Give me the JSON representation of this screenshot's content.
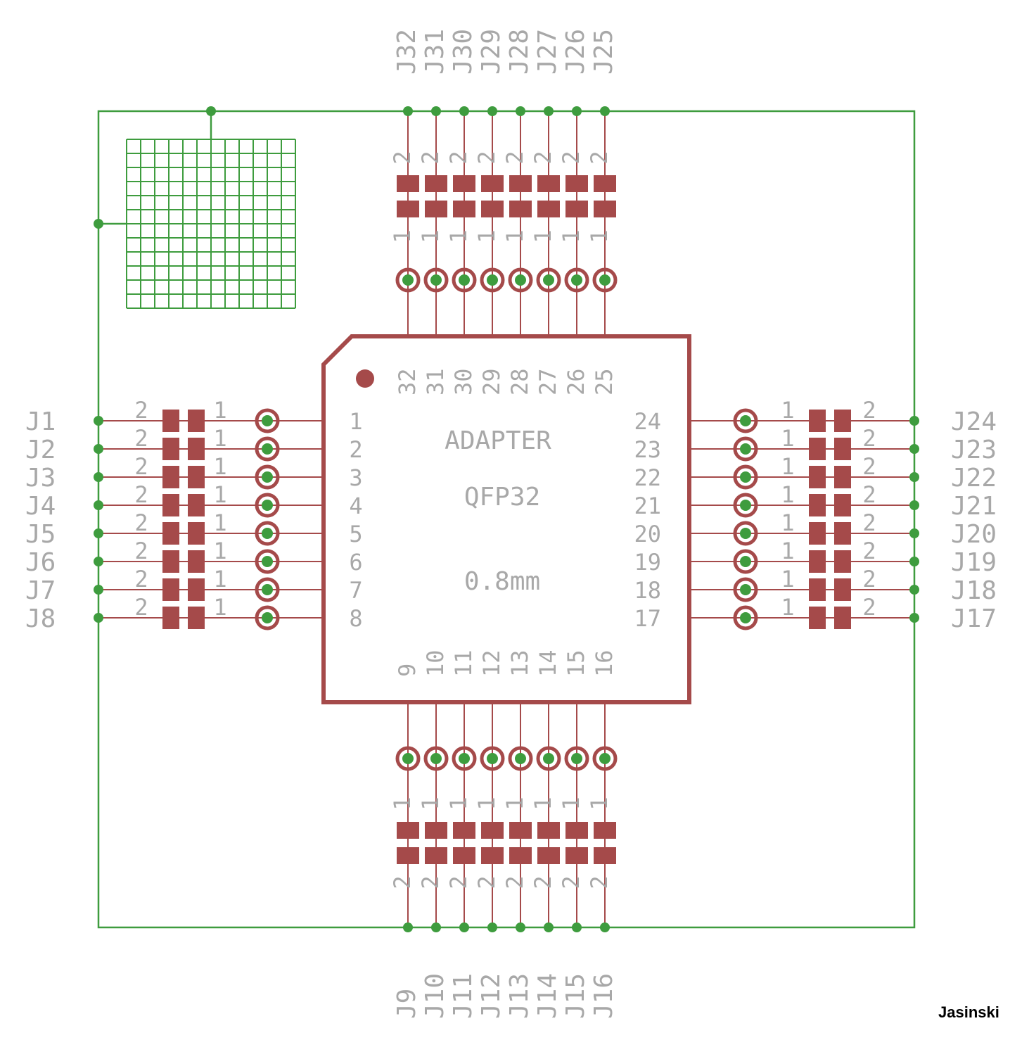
{
  "chip": {
    "title": "ADAPTER",
    "package": "QFP32",
    "pitch": "0.8mm"
  },
  "chip_pins": {
    "left": [
      "1",
      "2",
      "3",
      "4",
      "5",
      "6",
      "7",
      "8"
    ],
    "bottom": [
      "9",
      "10",
      "11",
      "12",
      "13",
      "14",
      "15",
      "16"
    ],
    "right": [
      "17",
      "18",
      "19",
      "20",
      "21",
      "22",
      "23",
      "24"
    ],
    "top": [
      "25",
      "26",
      "27",
      "28",
      "29",
      "30",
      "31",
      "32"
    ]
  },
  "connectors": {
    "left": [
      "J1",
      "J2",
      "J3",
      "J4",
      "J5",
      "J6",
      "J7",
      "J8"
    ],
    "bottom": [
      "J9",
      "J10",
      "J11",
      "J12",
      "J13",
      "J14",
      "J15",
      "J16"
    ],
    "right": [
      "J17",
      "J18",
      "J19",
      "J20",
      "J21",
      "J22",
      "J23",
      "J24"
    ],
    "top": [
      "J25",
      "J26",
      "J27",
      "J28",
      "J29",
      "J30",
      "J31",
      "J32"
    ]
  },
  "pad_labels": {
    "inner": "1",
    "outer": "2"
  },
  "author": "Jasinski",
  "colors": {
    "trace": "#3e9c3e",
    "pad": "#a54a4a",
    "label": "#a8a8a8",
    "background": "#ffffff"
  }
}
